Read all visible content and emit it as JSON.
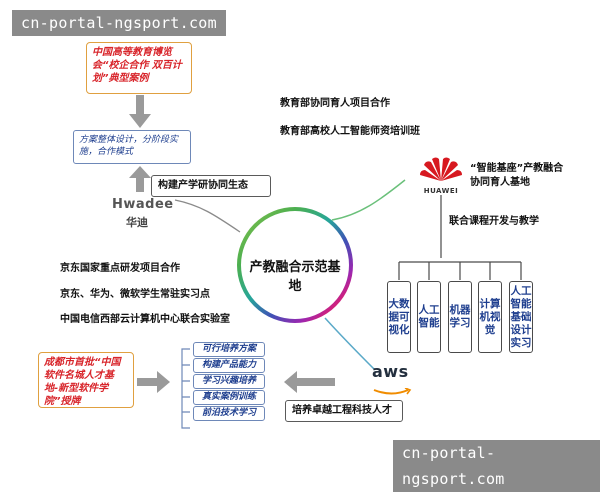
{
  "watermark": "cn-portal-ngsport.com",
  "center_label": "产教融合示范基地",
  "top_left": {
    "case_box": "中国高等教育博览会“校企合作 双百计划”典型案例",
    "plan_box": "方案整体设计，分阶段实施，合作模式",
    "ecosystem_label": "构建产学研协同生态",
    "hwadee_logo": "Hwadee",
    "hwadee_cn": "华迪"
  },
  "top_center": {
    "line1": "教育部协同育人项目合作",
    "line2": "教育部高校人工智能师资培训班"
  },
  "top_right": {
    "huawei_logo": "HUAWEI",
    "base_label": "“智能基座”产教融合协同育人基地",
    "course_label": "联合课程开发与教学",
    "courses": [
      [
        "大数",
        "据可",
        "视化"
      ],
      [
        "人工",
        "智能"
      ],
      [
        "机器",
        "学习"
      ],
      [
        "计算",
        "机视",
        "觉"
      ],
      [
        "人工",
        "智能",
        "基础",
        "设计",
        "实习"
      ]
    ]
  },
  "middle_left": {
    "line1": "京东国家重点研发项目合作",
    "line2": "京东、华为、微软学生常驻实习点",
    "line3": "中国电信西部云计算机中心联合实验室"
  },
  "bottom_left": {
    "award_box": "成都市首批“中国软件名城人才基地-新型软件学院”授牌",
    "list": [
      "可行培养方案",
      "构建产品能力",
      "学习兴趣培养",
      "真实案例训练",
      "前沿技术学习"
    ]
  },
  "bottom_right": {
    "aws_logo": "aws",
    "engineer_label": "培养卓越工程科技人才"
  },
  "colors": {
    "red": "#d8242a",
    "blue": "#1f3f8f",
    "arrow_gray": "#9a9a9a",
    "huawei_red": "#d71920",
    "aws_orange": "#f08c00"
  }
}
